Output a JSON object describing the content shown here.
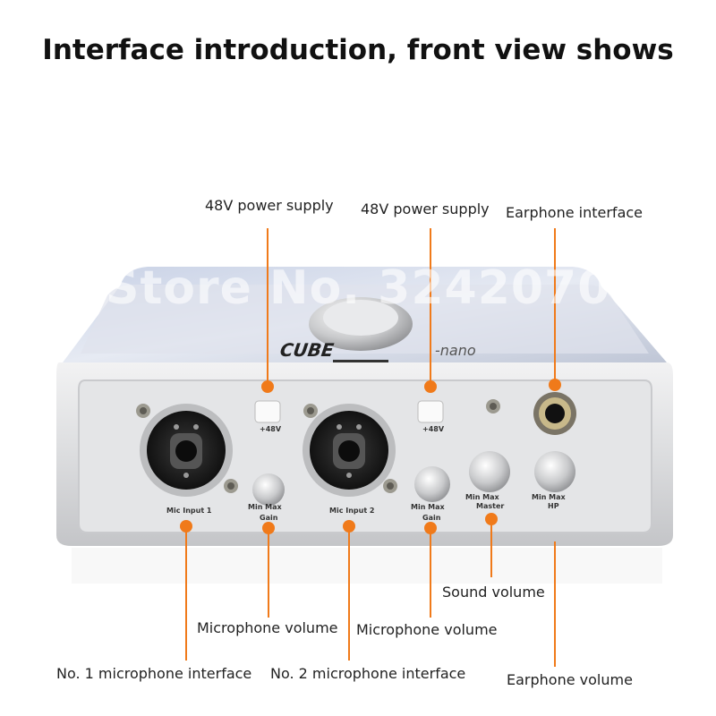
{
  "title": "Interface introduction, front view shows",
  "watermark": "Store No. 3242070",
  "device": {
    "brand": "CUBE",
    "brand_suffix": "-nano",
    "panel_labels": {
      "plus48v_left": "+48V",
      "plus48v_right": "+48V",
      "mic1": "Mic Input 1",
      "mic2": "Mic Input 2",
      "gain_left": "Gain",
      "gain_right": "Gain",
      "master": "Master",
      "hp": "HP",
      "minmax": "Min    Max"
    }
  },
  "callouts": {
    "power_supply_left": "48V power supply",
    "power_supply_right": "48V power supply",
    "earphone_interface": "Earphone interface",
    "sound_volume": "Sound volume",
    "mic_volume_left": "Microphone volume",
    "mic_volume_right": "Microphone volume",
    "mic_interface_1": "No. 1 microphone interface",
    "mic_interface_2": "No. 2 microphone interface",
    "earphone_volume": "Earphone volume"
  },
  "colors": {
    "accent": "#f07a1a",
    "body": "#d9dadc"
  }
}
